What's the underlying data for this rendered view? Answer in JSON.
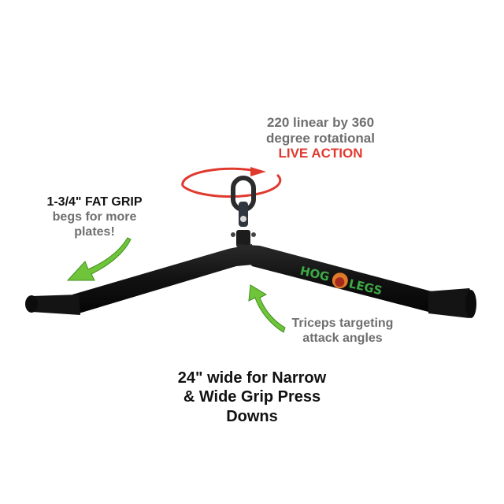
{
  "product": {
    "brand_logo": "HOG LEGS",
    "image_alt": "V-shaped tricep press-down bar with swivel attachment"
  },
  "callouts": {
    "rotation": {
      "line1": "220 linear by 360",
      "line2": "degree rotational",
      "highlight": "LIVE ACTION"
    },
    "grip": {
      "line1": "1-3/4\" FAT GRIP",
      "line2": "begs for more",
      "line3": "plates!"
    },
    "triceps": {
      "line1": "Triceps targeting",
      "line2": "attack angles"
    },
    "width": {
      "line1": "24\" wide for Narrow",
      "line2": "& Wide Grip Press",
      "line3": "Downs"
    }
  },
  "colors": {
    "highlight_red": "#e03a2f",
    "arrow_green": "#6fc43a",
    "logo_green": "#3ea845",
    "text_gray": "#6f6f6f",
    "bar_black": "#141414"
  }
}
